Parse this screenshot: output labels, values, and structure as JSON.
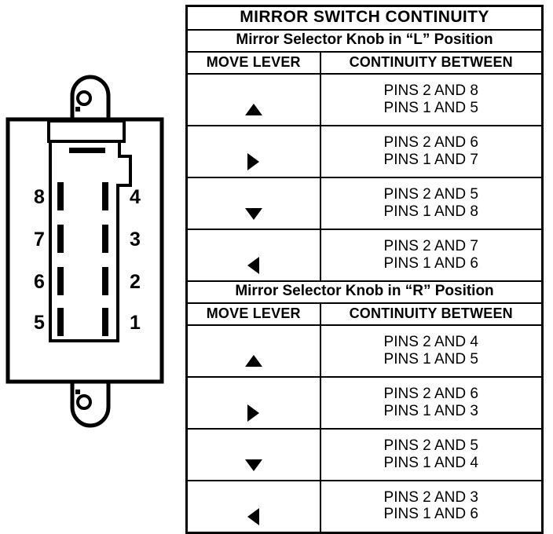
{
  "diagram": {
    "name": "mirror-switch-connector",
    "pins_left": [
      "8",
      "7",
      "6",
      "5"
    ],
    "pins_right": [
      "4",
      "3",
      "2",
      "1"
    ]
  },
  "table": {
    "title": "MIRROR SWITCH CONTINUITY",
    "columns": {
      "lever": "MOVE LEVER",
      "continuity": "CONTINUITY BETWEEN"
    },
    "sections": [
      {
        "heading": "Mirror Selector Knob in “L” Position",
        "rows": [
          {
            "arrow": "arrow-up-icon",
            "line1": "PINS 2 AND 8",
            "line2": "PINS 1 AND 5"
          },
          {
            "arrow": "arrow-right-icon",
            "line1": "PINS 2 AND 6",
            "line2": "PINS 1 AND 7"
          },
          {
            "arrow": "arrow-down-icon",
            "line1": "PINS 2 AND 5",
            "line2": "PINS 1 AND 8"
          },
          {
            "arrow": "arrow-left-icon",
            "line1": "PINS 2 AND 7",
            "line2": "PINS 1 AND 6"
          }
        ]
      },
      {
        "heading": "Mirror Selector Knob in “R” Position",
        "rows": [
          {
            "arrow": "arrow-up-icon",
            "line1": "PINS 2 AND 4",
            "line2": "PINS 1 AND 5"
          },
          {
            "arrow": "arrow-right-icon",
            "line1": "PINS 2 AND 6",
            "line2": "PINS 1 AND 3"
          },
          {
            "arrow": "arrow-down-icon",
            "line1": "PINS 2 AND 5",
            "line2": "PINS 1 AND 4"
          },
          {
            "arrow": "arrow-left-icon",
            "line1": "PINS 2 AND 3",
            "line2": "PINS 1 AND 6"
          }
        ]
      }
    ]
  },
  "colors": {
    "ink": "#000000",
    "paper": "#ffffff"
  }
}
